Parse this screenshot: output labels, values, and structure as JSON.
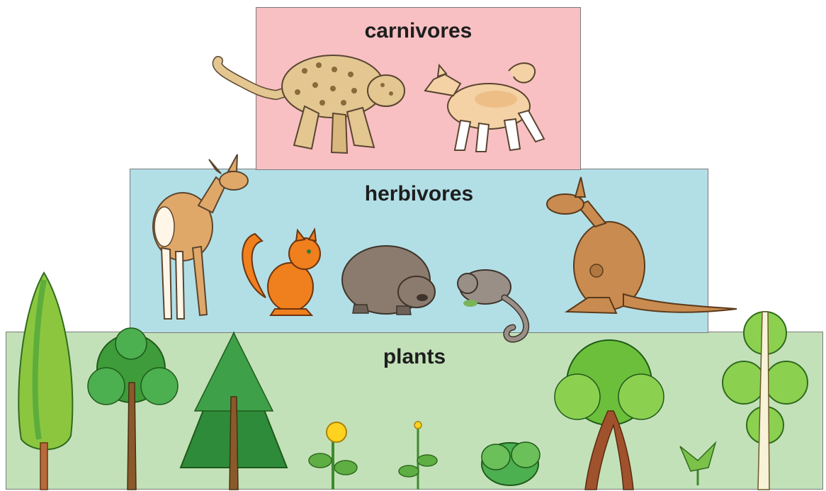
{
  "pyramid": {
    "levels": [
      {
        "key": "carnivores",
        "label": "carnivores",
        "color": "#f8c0c3"
      },
      {
        "key": "herbivores",
        "label": "herbivores",
        "color": "#b2dfe6"
      },
      {
        "key": "plants",
        "label": "plants",
        "color": "#c3e1b8"
      }
    ]
  },
  "colors": {
    "outline": "#7a7a7a",
    "tree_green": "#3e9c3a",
    "tree_light": "#8cc63f",
    "trunk": "#8a5a2b",
    "animal_tan": "#e8b77a",
    "squirrel": "#f07f1e",
    "wombat": "#8b7b6e",
    "kangaroo": "#c98b4f"
  },
  "icons": [
    "snow-leopard-icon",
    "dingo-icon",
    "deer-icon",
    "squirrel-icon",
    "wombat-icon",
    "possum-icon",
    "kangaroo-icon",
    "tree-icon",
    "flower-icon",
    "shrub-icon"
  ]
}
